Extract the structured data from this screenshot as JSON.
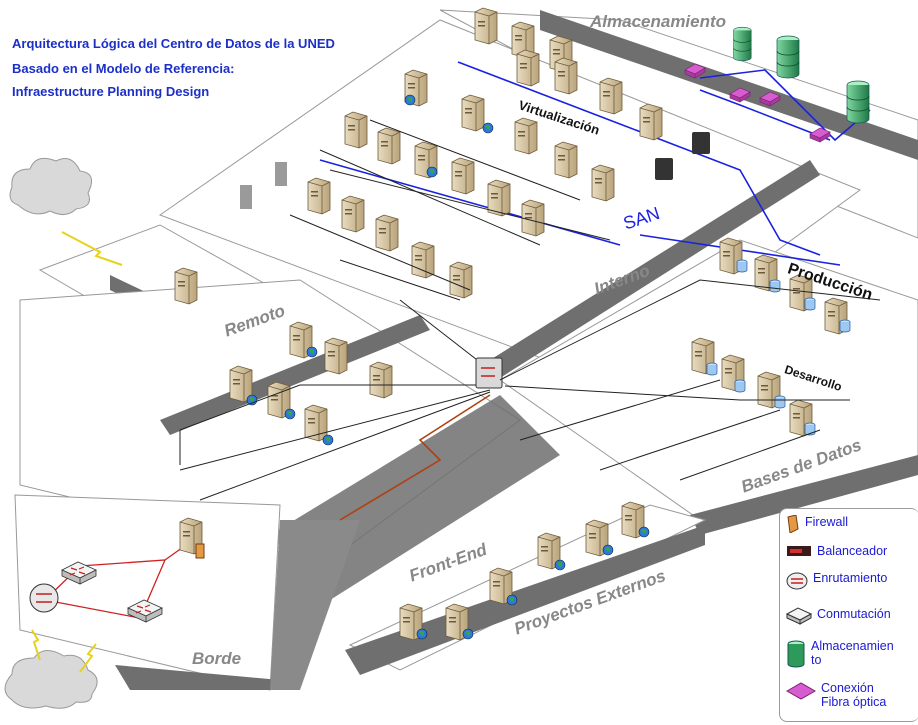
{
  "header": {
    "line1": "Arquitectura Lógica del Centro de Datos de la UNED",
    "line2": "Basado en el Modelo de Referencia:",
    "line3": "Infraestructure Planning Design"
  },
  "zones": {
    "almacenamiento": "Almacenamiento",
    "virtualizacion": "Virtualización",
    "san": "SAN",
    "interno": "Interno",
    "remoto": "Remoto",
    "produccion": "Producción",
    "desarrollo": "Desarrollo",
    "bases_de_datos": "Bases de Datos",
    "front_end": "Front-End",
    "proyectos_externos": "Proyectos Externos",
    "borde": "Borde"
  },
  "legend": {
    "items": [
      {
        "label": "Firewall",
        "icon": "firewall-icon"
      },
      {
        "label": "Balanceador",
        "icon": "load-balancer-icon"
      },
      {
        "label": "Enrutamiento",
        "icon": "router-icon"
      },
      {
        "label": "Conmutación",
        "icon": "switch-icon"
      },
      {
        "label": "Almacenamien\nto",
        "icon": "storage-icon"
      },
      {
        "label": "Conexión\nFibra óptica",
        "icon": "fiber-icon"
      }
    ]
  },
  "colors": {
    "title": "#1c2fc8",
    "san_link": "#1a22e0",
    "edge_link": "#d02020",
    "frontend_link": "#b04010",
    "storage": "#2e9a5a",
    "fiber": "#c84fc0",
    "plane_shadow": "#6f6f6f"
  }
}
